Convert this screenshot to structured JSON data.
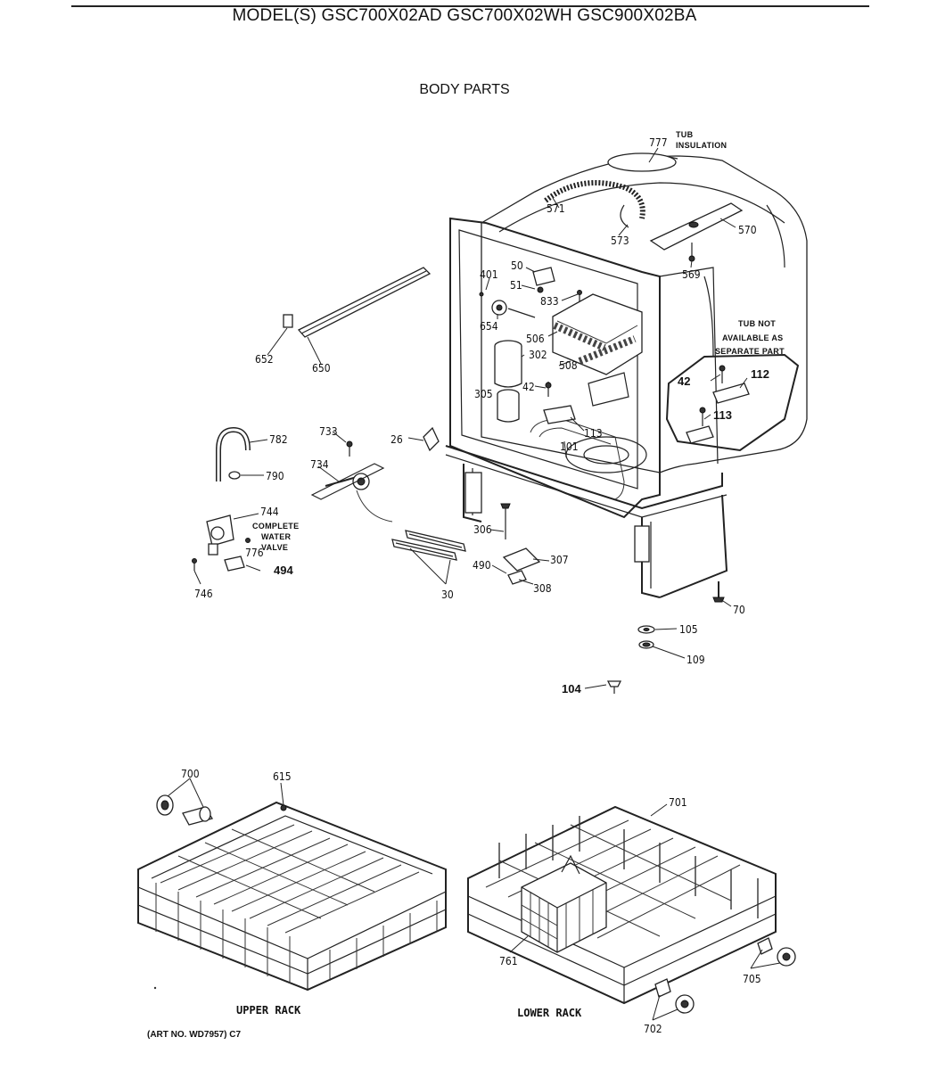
{
  "header": {
    "title": "MODEL(S) GSC700X02AD GSC700X02WH GSC900X02BA",
    "subtitle": "BODY PARTS"
  },
  "notes": {
    "tub_insulation_line1": "TUB",
    "tub_insulation_line2": "INSULATION",
    "tub_not_available_line1": "TUB NOT",
    "tub_not_available_line2": "AVAILABLE AS",
    "tub_not_available_line3": "SEPARATE PART",
    "water_valve_line1": "COMPLETE",
    "water_valve_line2": "WATER",
    "water_valve_line3": "VALVE"
  },
  "part_labels": {
    "p777": "777",
    "p571": "571",
    "p573": "573",
    "p570": "570",
    "p569": "569",
    "p50": "50",
    "p401": "401",
    "p51": "51",
    "p833": "833",
    "p654": "654",
    "p506": "506",
    "p302": "302",
    "p508": "508",
    "p42a": "42",
    "p42b": "42",
    "p112": "112",
    "p113a": "113",
    "p113b": "113",
    "p305": "305",
    "p101": "101",
    "p26": "26",
    "p652": "652",
    "p650": "650",
    "p782": "782",
    "p790": "790",
    "p733": "733",
    "p734": "734",
    "p744": "744",
    "p776": "776",
    "p494": "494",
    "p746": "746",
    "p30": "30",
    "p306": "306",
    "p307": "307",
    "p490": "490",
    "p308": "308",
    "p70": "70",
    "p105": "105",
    "p109": "109",
    "p104": "104",
    "p700": "700",
    "p615": "615",
    "p701": "701",
    "p761": "761",
    "p705": "705",
    "p702": "702"
  },
  "captions": {
    "upper_rack": "UPPER RACK",
    "lower_rack": "LOWER RACK",
    "art_number": "(ART NO. WD7957) C7"
  }
}
